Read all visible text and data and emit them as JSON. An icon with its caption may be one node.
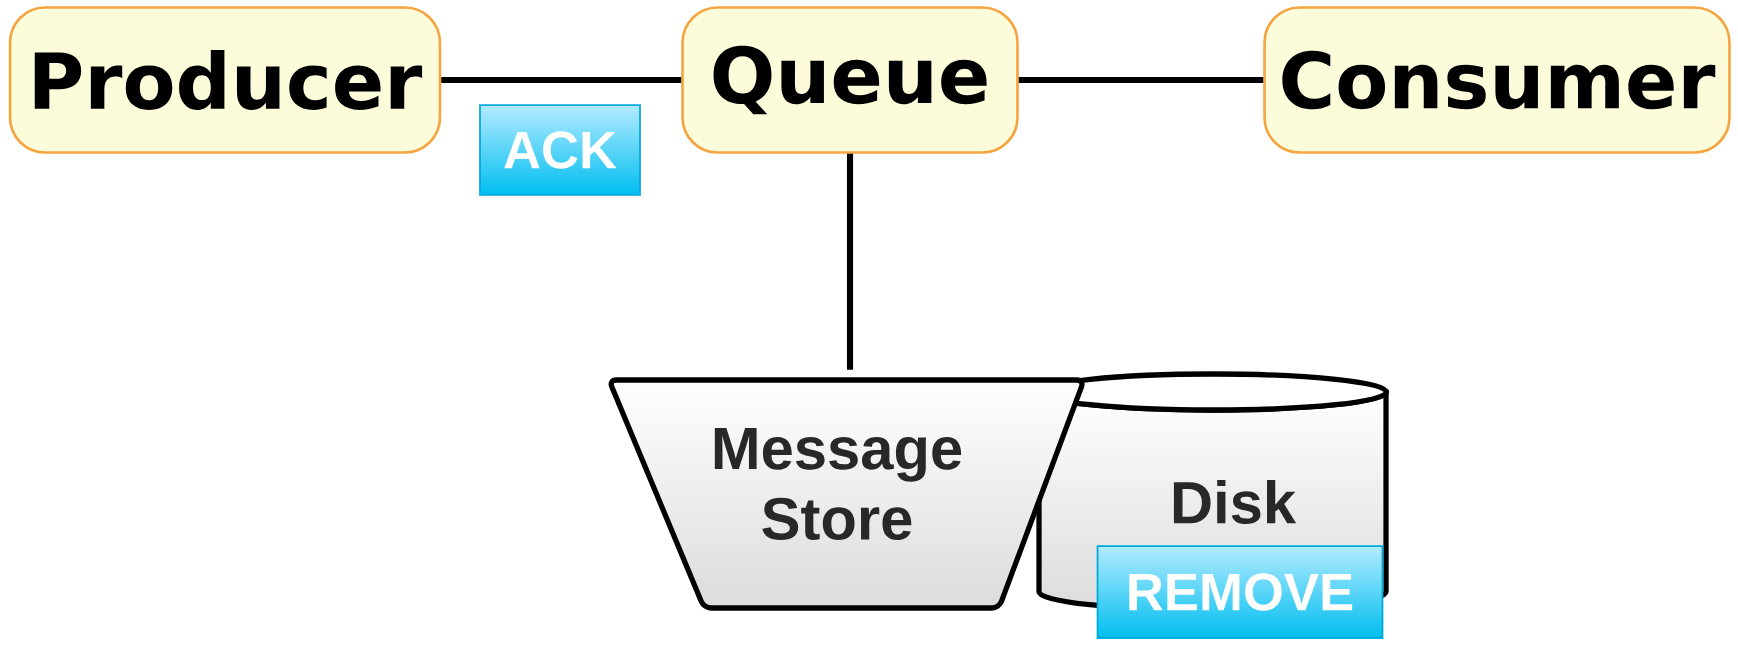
{
  "diagram": {
    "nodes": [
      {
        "text": [
          "Producer"
        ]
      },
      {
        "text": [
          "ACK"
        ]
      },
      {
        "text": [
          "Queue"
        ]
      },
      {
        "text": [
          "Consumer"
        ]
      },
      {
        "text": [
          "Message Store"
        ]
      },
      {
        "text": [
          "Disk"
        ]
      },
      {
        "text": [
          "REMOVE"
        ]
      }
    ],
    "edges": [
      {
        "from": 0,
        "to": 2,
        "arrow": "none"
      },
      {
        "from": 2,
        "to": 3,
        "arrow": "none"
      },
      {
        "from": 2,
        "to": 4,
        "arrow": "none"
      }
    ]
  }
}
